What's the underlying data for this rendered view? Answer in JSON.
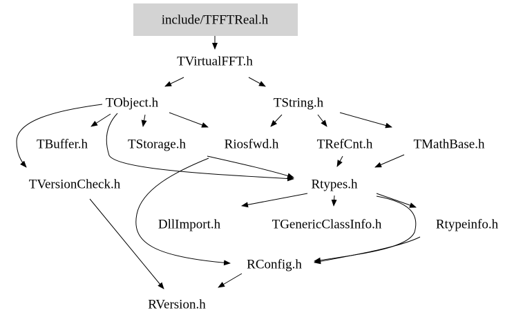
{
  "diagram": {
    "highlighted_node": "include/TFFTReal.h",
    "nodes": {
      "tfftreal": "include/TFFTReal.h",
      "tvirtualfft": "TVirtualFFT.h",
      "tobject": "TObject.h",
      "tstring": "TString.h",
      "tbuffer": "TBuffer.h",
      "tstorage": "TStorage.h",
      "riosfwd": "Riosfwd.h",
      "trefcnt": "TRefCnt.h",
      "tmathbase": "TMathBase.h",
      "tversioncheck": "TVersionCheck.h",
      "rtypes": "Rtypes.h",
      "dllimport": "DllImport.h",
      "tgenericclassinfo": "TGenericClassInfo.h",
      "rtypeinfo": "Rtypeinfo.h",
      "rconfig": "RConfig.h",
      "rversion": "RVersion.h"
    },
    "edges": [
      {
        "from": "include/TFFTReal.h",
        "to": "TVirtualFFT.h"
      },
      {
        "from": "TVirtualFFT.h",
        "to": "TObject.h"
      },
      {
        "from": "TVirtualFFT.h",
        "to": "TString.h"
      },
      {
        "from": "TObject.h",
        "to": "TBuffer.h"
      },
      {
        "from": "TObject.h",
        "to": "TStorage.h"
      },
      {
        "from": "TObject.h",
        "to": "Riosfwd.h"
      },
      {
        "from": "TObject.h",
        "to": "TVersionCheck.h"
      },
      {
        "from": "TObject.h",
        "to": "Rtypes.h"
      },
      {
        "from": "TString.h",
        "to": "Riosfwd.h"
      },
      {
        "from": "TString.h",
        "to": "TRefCnt.h"
      },
      {
        "from": "TString.h",
        "to": "TMathBase.h"
      },
      {
        "from": "TRefCnt.h",
        "to": "Rtypes.h"
      },
      {
        "from": "TMathBase.h",
        "to": "Rtypes.h"
      },
      {
        "from": "Riosfwd.h",
        "to": "Rtypes.h"
      },
      {
        "from": "Riosfwd.h",
        "to": "RConfig.h"
      },
      {
        "from": "TVersionCheck.h",
        "to": "RVersion.h"
      },
      {
        "from": "Rtypes.h",
        "to": "DllImport.h"
      },
      {
        "from": "Rtypes.h",
        "to": "TGenericClassInfo.h"
      },
      {
        "from": "Rtypes.h",
        "to": "Rtypeinfo.h"
      },
      {
        "from": "Rtypes.h",
        "to": "RConfig.h"
      },
      {
        "from": "Rtypeinfo.h",
        "to": "RConfig.h"
      },
      {
        "from": "RConfig.h",
        "to": "RVersion.h"
      }
    ]
  }
}
